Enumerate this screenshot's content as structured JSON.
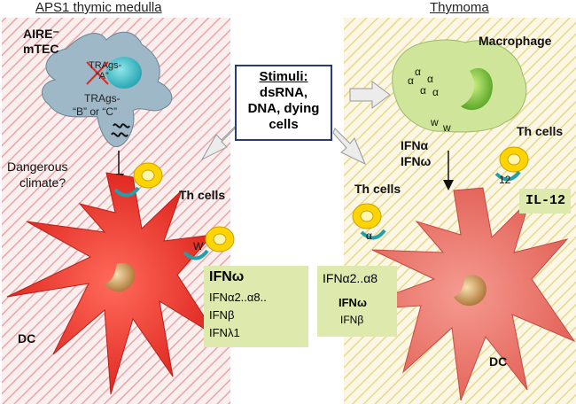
{
  "left_panel": {
    "title": "APS1 thymic medulla",
    "mtec_label_line1": "AIRE⁻",
    "mtec_label_line2": "mTEC",
    "tra_crossed_line1": "TRAgs-",
    "tra_crossed_line2": "“A”",
    "tra_other_line1": "TRAgs-",
    "tra_other_line2": "“B” or “C”",
    "danger_line1": "Dangerous",
    "danger_line2": "climate?",
    "th_cells": "Th cells",
    "dc_label": "DC",
    "ifn_list": [
      "IFNω",
      "IFNα2..α8..",
      "IFNβ",
      "IFNλ1"
    ]
  },
  "right_panel": {
    "title": "Thymoma",
    "macrophage": "Macrophage",
    "ifn_mac_line1": "IFNα",
    "ifn_mac_line2": "IFNω",
    "th_cells_top": "Th cells",
    "th_cells_mid": "Th cells",
    "il12": "IL-12",
    "dc_label": "DC",
    "ifn_list": [
      "IFNα2..α8",
      "IFNω",
      "IFNβ"
    ]
  },
  "stimuli": {
    "title": "Stimuli:",
    "lines": [
      "dsRNA,",
      "DNA, dying",
      "cells"
    ]
  },
  "colors": {
    "left_hatch": "#e8a6a6",
    "right_hatch": "#e8d98a",
    "dc_fill": "#e8342c",
    "dc_right_fill": "#e8736a",
    "mtec_fill": "#9fb8c8",
    "macrophage_fill": "#cfe59a",
    "label_box": "#dde9ad",
    "tcell": "#ffd400",
    "tcr": "#20a0a8"
  }
}
